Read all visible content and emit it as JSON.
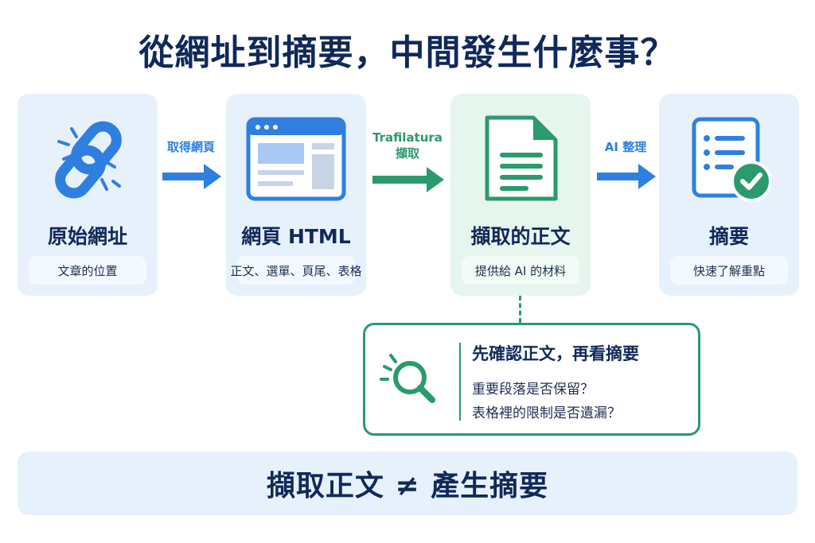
{
  "title": "從網址到摘要，中間發生什麼事？",
  "steps": [
    {
      "icon": "link-icon",
      "label": "原始網址",
      "sub": "文章的位置"
    },
    {
      "icon": "browser-window-icon",
      "label": "網頁 HTML",
      "sub": "正文、選單、頁尾、表格"
    },
    {
      "icon": "document-icon",
      "label": "擷取的正文",
      "sub": "提供給 AI 的材料"
    },
    {
      "icon": "checklist-check-icon",
      "label": "摘要",
      "sub": "快速了解重點"
    }
  ],
  "arrows": [
    {
      "line1": "取得網頁",
      "line2": "",
      "color": "#2f7fe0"
    },
    {
      "line1": "Trafilatura",
      "line2": "擷取",
      "color": "#2b9a6c"
    },
    {
      "line1": "AI 整理",
      "line2": "",
      "color": "#2f7fe0"
    }
  ],
  "callout": {
    "icon": "magnifier-icon",
    "title": "先確認正文，再看摘要",
    "line1": "重要段落是否保留？",
    "line2": "表格裡的限制是否遺漏？"
  },
  "banner": "擷取正文 ≠ 產生摘要",
  "colors": {
    "blue": "#2f7fe0",
    "green": "#2b9a6c",
    "navy": "#10295a"
  }
}
